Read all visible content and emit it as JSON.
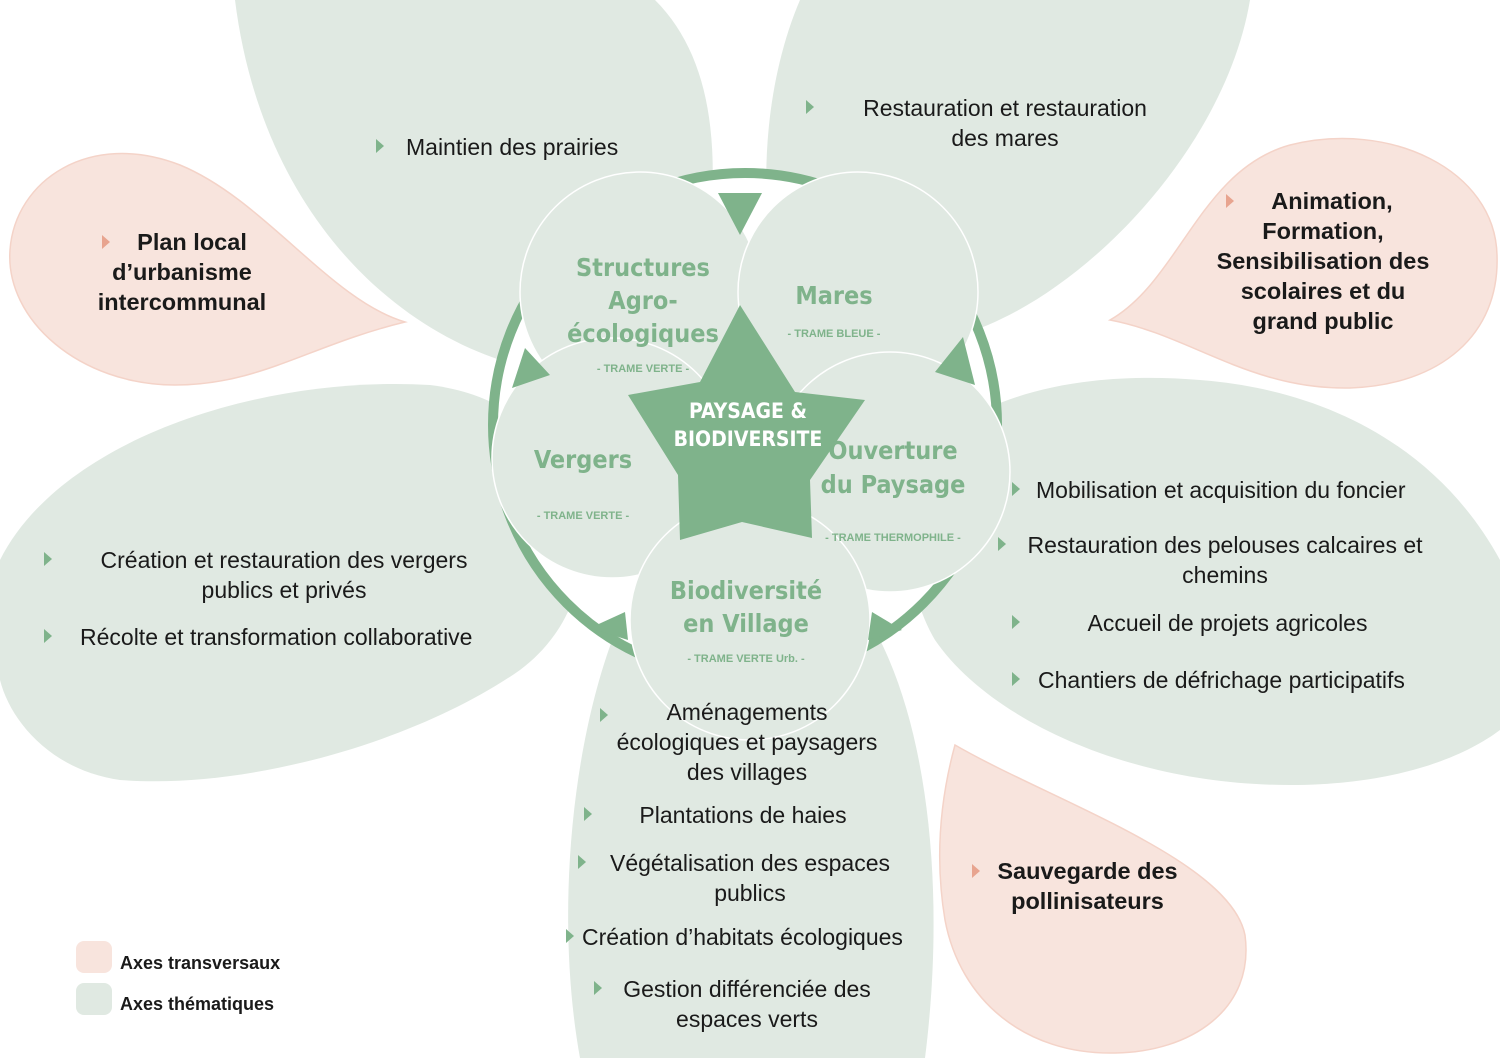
{
  "colors": {
    "green_petal": "#e0e9e2",
    "pink_petal": "#f8e4dd",
    "ring": "#7fb38b",
    "center": "#7fb38b",
    "green_text": "#7fb38b",
    "pink_bullet": "#e8a48f"
  },
  "center": {
    "line1": "PAYSAGE &",
    "line2": "BIODIVERSITE"
  },
  "circles": {
    "structures": {
      "line1": "Structures",
      "line2": "Agro-",
      "line3": "écologiques",
      "sub": "- TRAME VERTE -"
    },
    "mares": {
      "line1": "Mares",
      "sub": "- TRAME BLEUE -"
    },
    "vergers": {
      "line1": "Vergers",
      "sub": "- TRAME VERTE -"
    },
    "ouverture": {
      "line1": "Ouverture",
      "line2": "du Paysage",
      "sub": "- TRAME THERMOPHILE -"
    },
    "biodiversite": {
      "line1": "Biodiversité",
      "line2": "en Village",
      "sub": "- TRAME VERTE Urb. -"
    }
  },
  "petals": {
    "top_left": {
      "items": [
        "Maintien des prairies"
      ]
    },
    "top_right": {
      "items": [
        "Restauration et restauration des mares"
      ]
    },
    "left": {
      "items": [
        "Création et restauration des vergers publics et privés",
        "Récolte et transformation collaborative"
      ]
    },
    "right": {
      "items": [
        "Mobilisation et acquisition du foncier",
        "Restauration des pelouses calcaires et chemins",
        "Accueil de projets agricoles",
        "Chantiers de défrichage participatifs"
      ]
    },
    "bottom": {
      "items": [
        "Aménagements écologiques et paysagers des villages",
        "Plantations de haies",
        "Végétalisation des espaces publics",
        "Création d’habitats écologiques",
        "Gestion différenciée des espaces verts"
      ]
    }
  },
  "transversal": {
    "plu": "Plan local d’urbanisme intercommunal",
    "animation": "Animation, Formation, Sensibilisation des scolaires et du grand public",
    "pollinisateurs": "Sauvegarde des pollinisateurs"
  },
  "legend": {
    "transversal": "Axes transversaux",
    "thematic": "Axes thématiques"
  }
}
